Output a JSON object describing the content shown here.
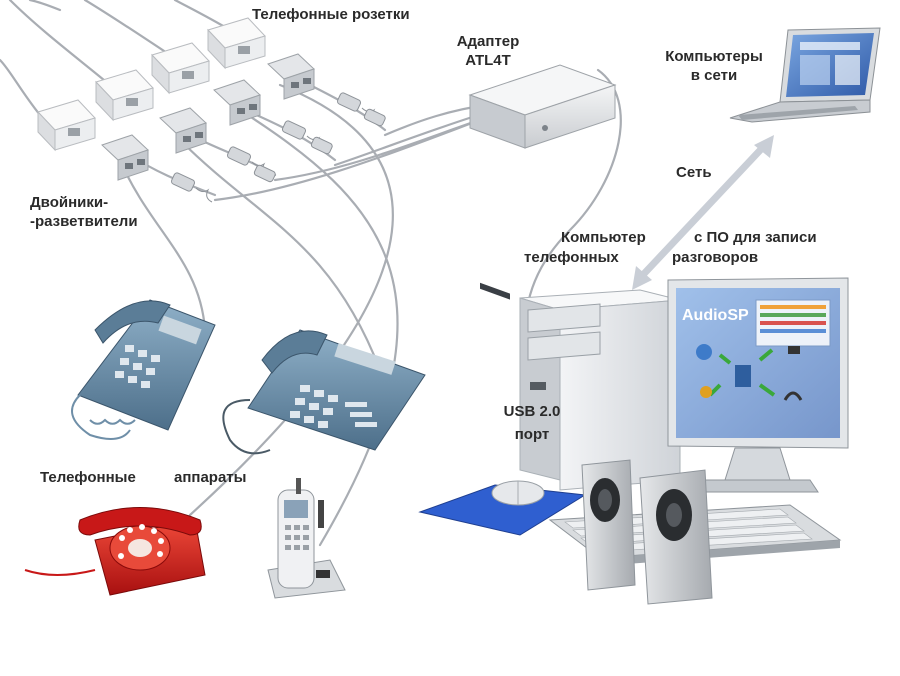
{
  "labels": {
    "sockets": "Телефонные розетки",
    "adapter_line1": "Адаптер",
    "adapter_line2": "ATL4T",
    "computers_line1": "Компьютеры",
    "computers_line2": "в сети",
    "network": "Сеть",
    "splitters_line1": "Двойники-",
    "splitters_line2": "-разветвители",
    "pc_line1": "Компьютер",
    "pc_line2": "с ПО для записи",
    "pc_line3": "телефонных",
    "pc_line4": "разговоров",
    "usb_line1": "USB 2.0",
    "usb_line2": "порт",
    "phones_word1": "Телефонные",
    "phones_word2": "аппараты",
    "software_name": "AudioSP"
  },
  "colors": {
    "cable": "#a9adb3",
    "arrow": "#c9ced6",
    "socket": "#e9eaec",
    "device_gray": "#d8dbdf",
    "phone_blue": "#6f8fa8",
    "phone_red": "#d21f1f",
    "screen_blue": "#4d7ec4",
    "mousepad": "#2f5fd0"
  },
  "icons": [
    "socket-icon",
    "splitter-icon",
    "cable-plug-icon",
    "adapter-device-icon",
    "laptop-icon",
    "desktop-pc-icon",
    "monitor-icon",
    "keyboard-icon",
    "mouse-icon",
    "speaker-icon",
    "desk-phone-icon",
    "rotary-phone-icon",
    "cordless-phone-icon",
    "double-arrow-icon"
  ]
}
